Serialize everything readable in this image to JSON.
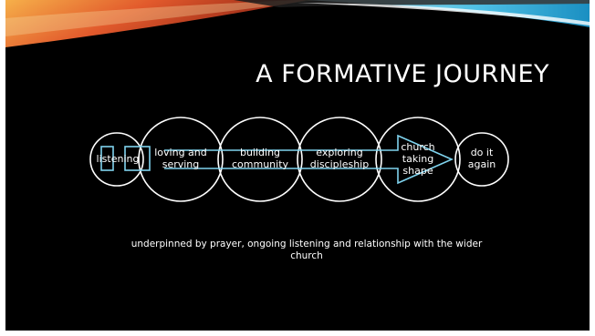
{
  "slide": {
    "title": "A FORMATIVE JOURNEY",
    "background_color": "#000000",
    "accent_colors": [
      "#e8522a",
      "#f3a232",
      "#5ec8e6"
    ]
  },
  "diagram": {
    "circle_color": "#ffffff",
    "connector_color": "#7fd3ee",
    "steps": [
      {
        "id": "listening",
        "label": "listening"
      },
      {
        "id": "loving-and-serving",
        "label": "loving and serving"
      },
      {
        "id": "building-community",
        "label": "building community"
      },
      {
        "id": "exploring-discipleship",
        "label": "exploring discipleship"
      },
      {
        "id": "church-taking-shape",
        "label": "church taking shape"
      },
      {
        "id": "do-it-again",
        "label": "do it again"
      }
    ]
  },
  "footer": {
    "note": "underpinned by prayer, ongoing listening and relationship with the wider church"
  }
}
